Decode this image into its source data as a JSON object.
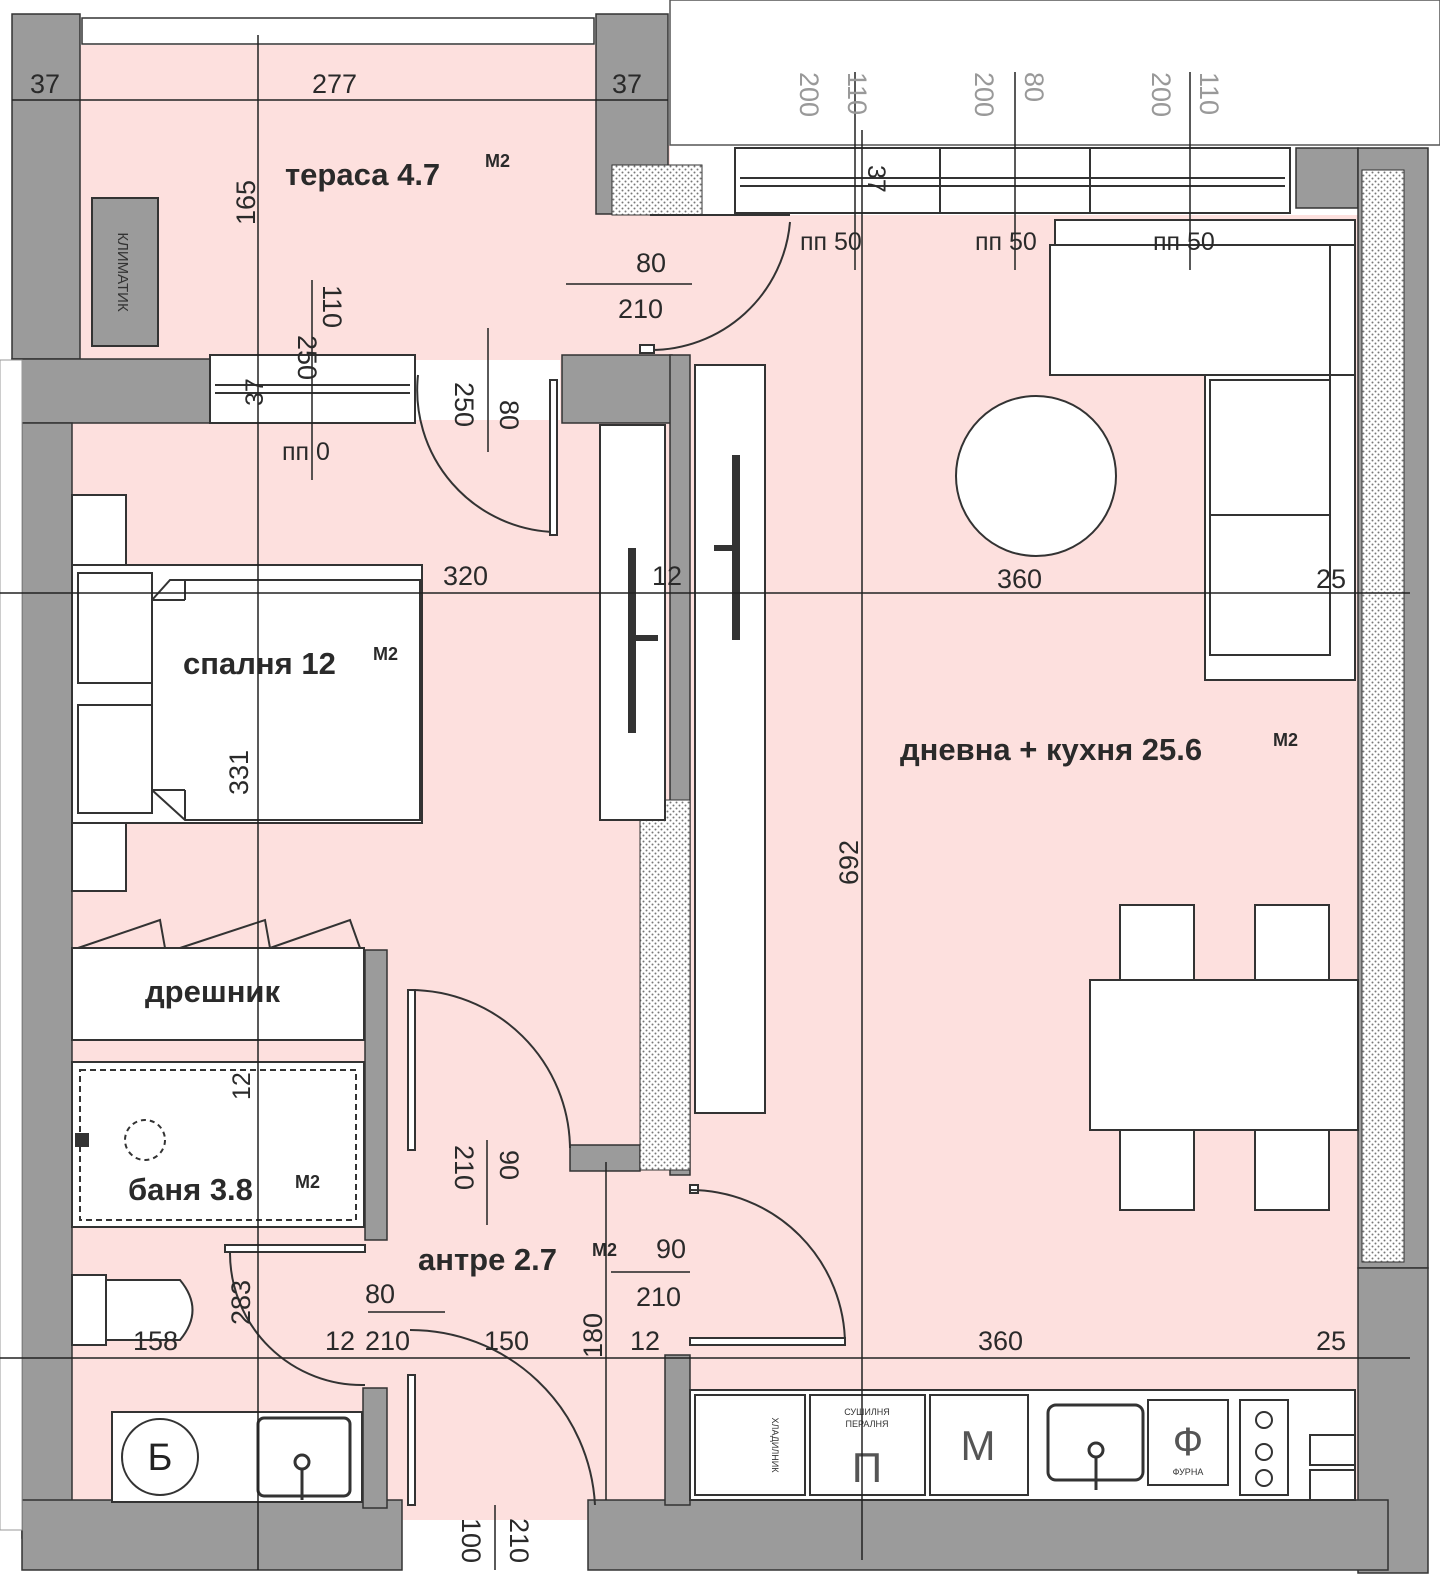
{
  "rooms": {
    "terrace": {
      "name": "тераса 4.7",
      "unit": "M2"
    },
    "bedroom": {
      "name": "спалня 12",
      "unit": "M2"
    },
    "living": {
      "name": "дневна + кухня 25.6",
      "unit": "M2"
    },
    "wardrobe": {
      "name": "дрешник"
    },
    "bathroom": {
      "name": "баня 3.8",
      "unit": "M2"
    },
    "entrance": {
      "name": "антре 2.7",
      "unit": "M2"
    }
  },
  "labels": {
    "ac": "КЛИМАТИК",
    "boiler": "Б",
    "microwave": "М",
    "oven": "Ф",
    "oven_caption": "ФУРНА",
    "dryer": "П",
    "dryer_caption_1": "СУШИЛНЯ",
    "dryer_caption_2": "ПЕРАЛНЯ",
    "fridge": "ХЛАДИЛНИК"
  },
  "dimensions": {
    "top": [
      "37",
      "277",
      "37"
    ],
    "terrace_height": "165",
    "terrace_door": [
      "80",
      "210"
    ],
    "terrace_window": [
      "250",
      "110"
    ],
    "window_sill_0": "пп 0",
    "bedroom_door": [
      "250",
      "80"
    ],
    "window_heights": [
      "200",
      "110",
      "200",
      "80",
      "200",
      "110"
    ],
    "window_sills": [
      "пп 50",
      "пп 50",
      "пп 50"
    ],
    "wall_37_a": "37",
    "wall_37_b": "37",
    "middle_row": [
      "320",
      "12",
      "360",
      "25"
    ],
    "bedroom_depth": "331",
    "living_depth": "692",
    "bath_wall": "12",
    "bath_door": [
      "210",
      "90"
    ],
    "entrance_door": [
      "90",
      "210"
    ],
    "bath_door_2": [
      "80",
      "210"
    ],
    "bath_depth": "283",
    "bottom_row": [
      "158",
      "12",
      "150",
      "180",
      "12",
      "360",
      "25"
    ],
    "front_door": [
      "100",
      "210"
    ]
  },
  "colors": {
    "floor": "#fde0de",
    "wall": "#9b9b9b",
    "line": "#222222"
  }
}
